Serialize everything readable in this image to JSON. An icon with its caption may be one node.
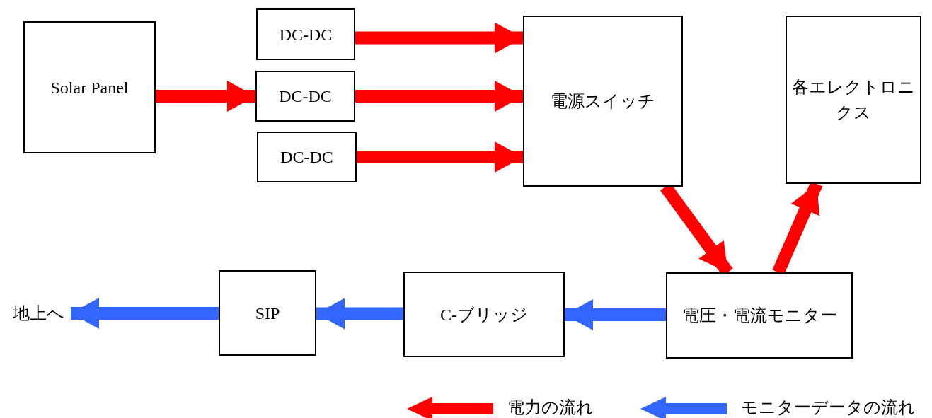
{
  "diagram": {
    "nodes": [
      {
        "text": [
          "Solar Panel"
        ]
      },
      {
        "text": [
          "DC-DC"
        ]
      },
      {
        "text": [
          "DC-DC"
        ]
      },
      {
        "text": [
          "DC-DC"
        ]
      },
      {
        "text": [
          "電源スイッチ"
        ]
      },
      {
        "text": [
          "各エレクトロニクス"
        ]
      },
      {
        "text": [
          "電圧・電流モニター"
        ]
      },
      {
        "text": [
          "C-ブリッジ"
        ]
      },
      {
        "text": [
          "SIP"
        ]
      },
      {
        "text": [
          "地上へ"
        ]
      }
    ],
    "edges": [
      {
        "from": 0,
        "to": 2,
        "arrow": "to",
        "color": "#ff0000"
      },
      {
        "from": 1,
        "to": 4,
        "arrow": "to",
        "color": "#ff0000"
      },
      {
        "from": 2,
        "to": 4,
        "arrow": "to",
        "color": "#ff0000"
      },
      {
        "from": 3,
        "to": 4,
        "arrow": "to",
        "color": "#ff0000"
      },
      {
        "from": 4,
        "to": 6,
        "arrow": "to",
        "color": "#ff0000"
      },
      {
        "from": 6,
        "to": 5,
        "arrow": "to",
        "color": "#ff0000"
      },
      {
        "from": 6,
        "to": 7,
        "arrow": "to",
        "color": "#3366ff"
      },
      {
        "from": 7,
        "to": 8,
        "arrow": "to",
        "color": "#3366ff"
      },
      {
        "from": 8,
        "to": 9,
        "arrow": "to",
        "color": "#3366ff"
      }
    ],
    "legend": [
      {
        "text": "電力の流れ",
        "color": "#ff0000"
      },
      {
        "text": "モニターデータの流れ",
        "color": "#3366ff"
      }
    ]
  }
}
